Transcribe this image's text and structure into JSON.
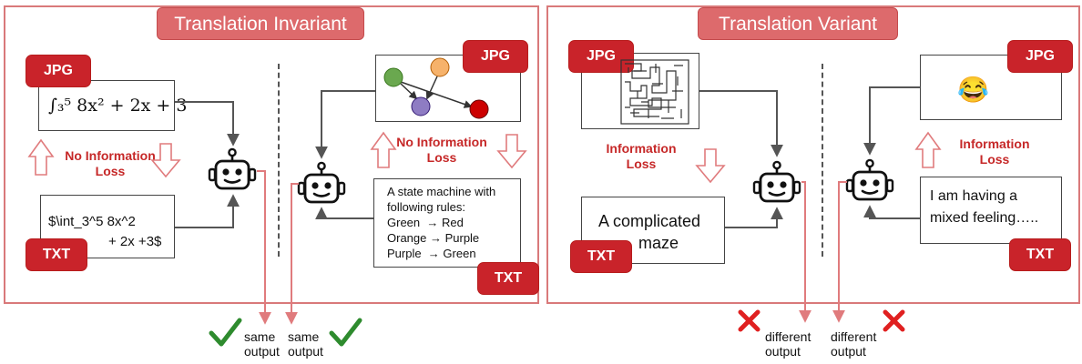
{
  "left": {
    "title": "Translation Invariant",
    "math_card": {
      "tag": "JPG",
      "formula_text": "∫₃⁵ 8x² + 2x + 3"
    },
    "latex_card": {
      "tag": "TXT",
      "line1": "$\\int_3^5 8x^2",
      "line2": "+ 2x +3$"
    },
    "math_label": [
      "No Information",
      "Loss"
    ],
    "graph_card": {
      "tag": "JPG"
    },
    "state_card": {
      "tag": "TXT",
      "lines": [
        "A state machine with",
        "following rules:",
        "Green  → Red",
        "Orange → Purple",
        "Purple  → Green"
      ]
    },
    "graph_label": [
      "No Information",
      "Loss"
    ],
    "outputs": [
      {
        "line1": "same",
        "line2": "output"
      },
      {
        "line1": "same",
        "line2": "output"
      }
    ]
  },
  "right": {
    "title": "Translation Variant",
    "maze_card": {
      "tag": "JPG"
    },
    "maze_text_card": {
      "tag": "TXT",
      "line1": "A complicated",
      "line2": "maze"
    },
    "maze_label": [
      "Information",
      "Loss"
    ],
    "emoji_card": {
      "tag": "JPG",
      "emoji": "😂"
    },
    "feeling_card": {
      "tag": "TXT",
      "line1": "I am having a",
      "line2": "mixed feeling….."
    },
    "emoji_label": [
      "Information",
      "Loss"
    ],
    "outputs": [
      {
        "line1": "different",
        "line2": "output"
      },
      {
        "line1": "different",
        "line2": "output"
      }
    ]
  },
  "colors": {
    "accent": "#c9232a",
    "panel_border": "#d9797a",
    "check": "#2e8b2e",
    "cross": "#e02020",
    "node_green": "#6aa84f",
    "node_orange": "#f6b26b",
    "node_purple": "#8e7cc3",
    "node_red": "#cc0000"
  }
}
